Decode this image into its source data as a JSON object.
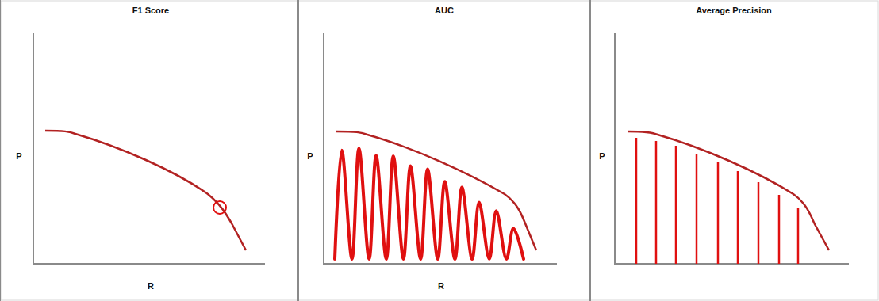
{
  "diagram": {
    "labels": [
      "F1 Score",
      "P",
      "R",
      "AUC",
      "P",
      "R",
      "Average Precision",
      "P"
    ]
  }
}
